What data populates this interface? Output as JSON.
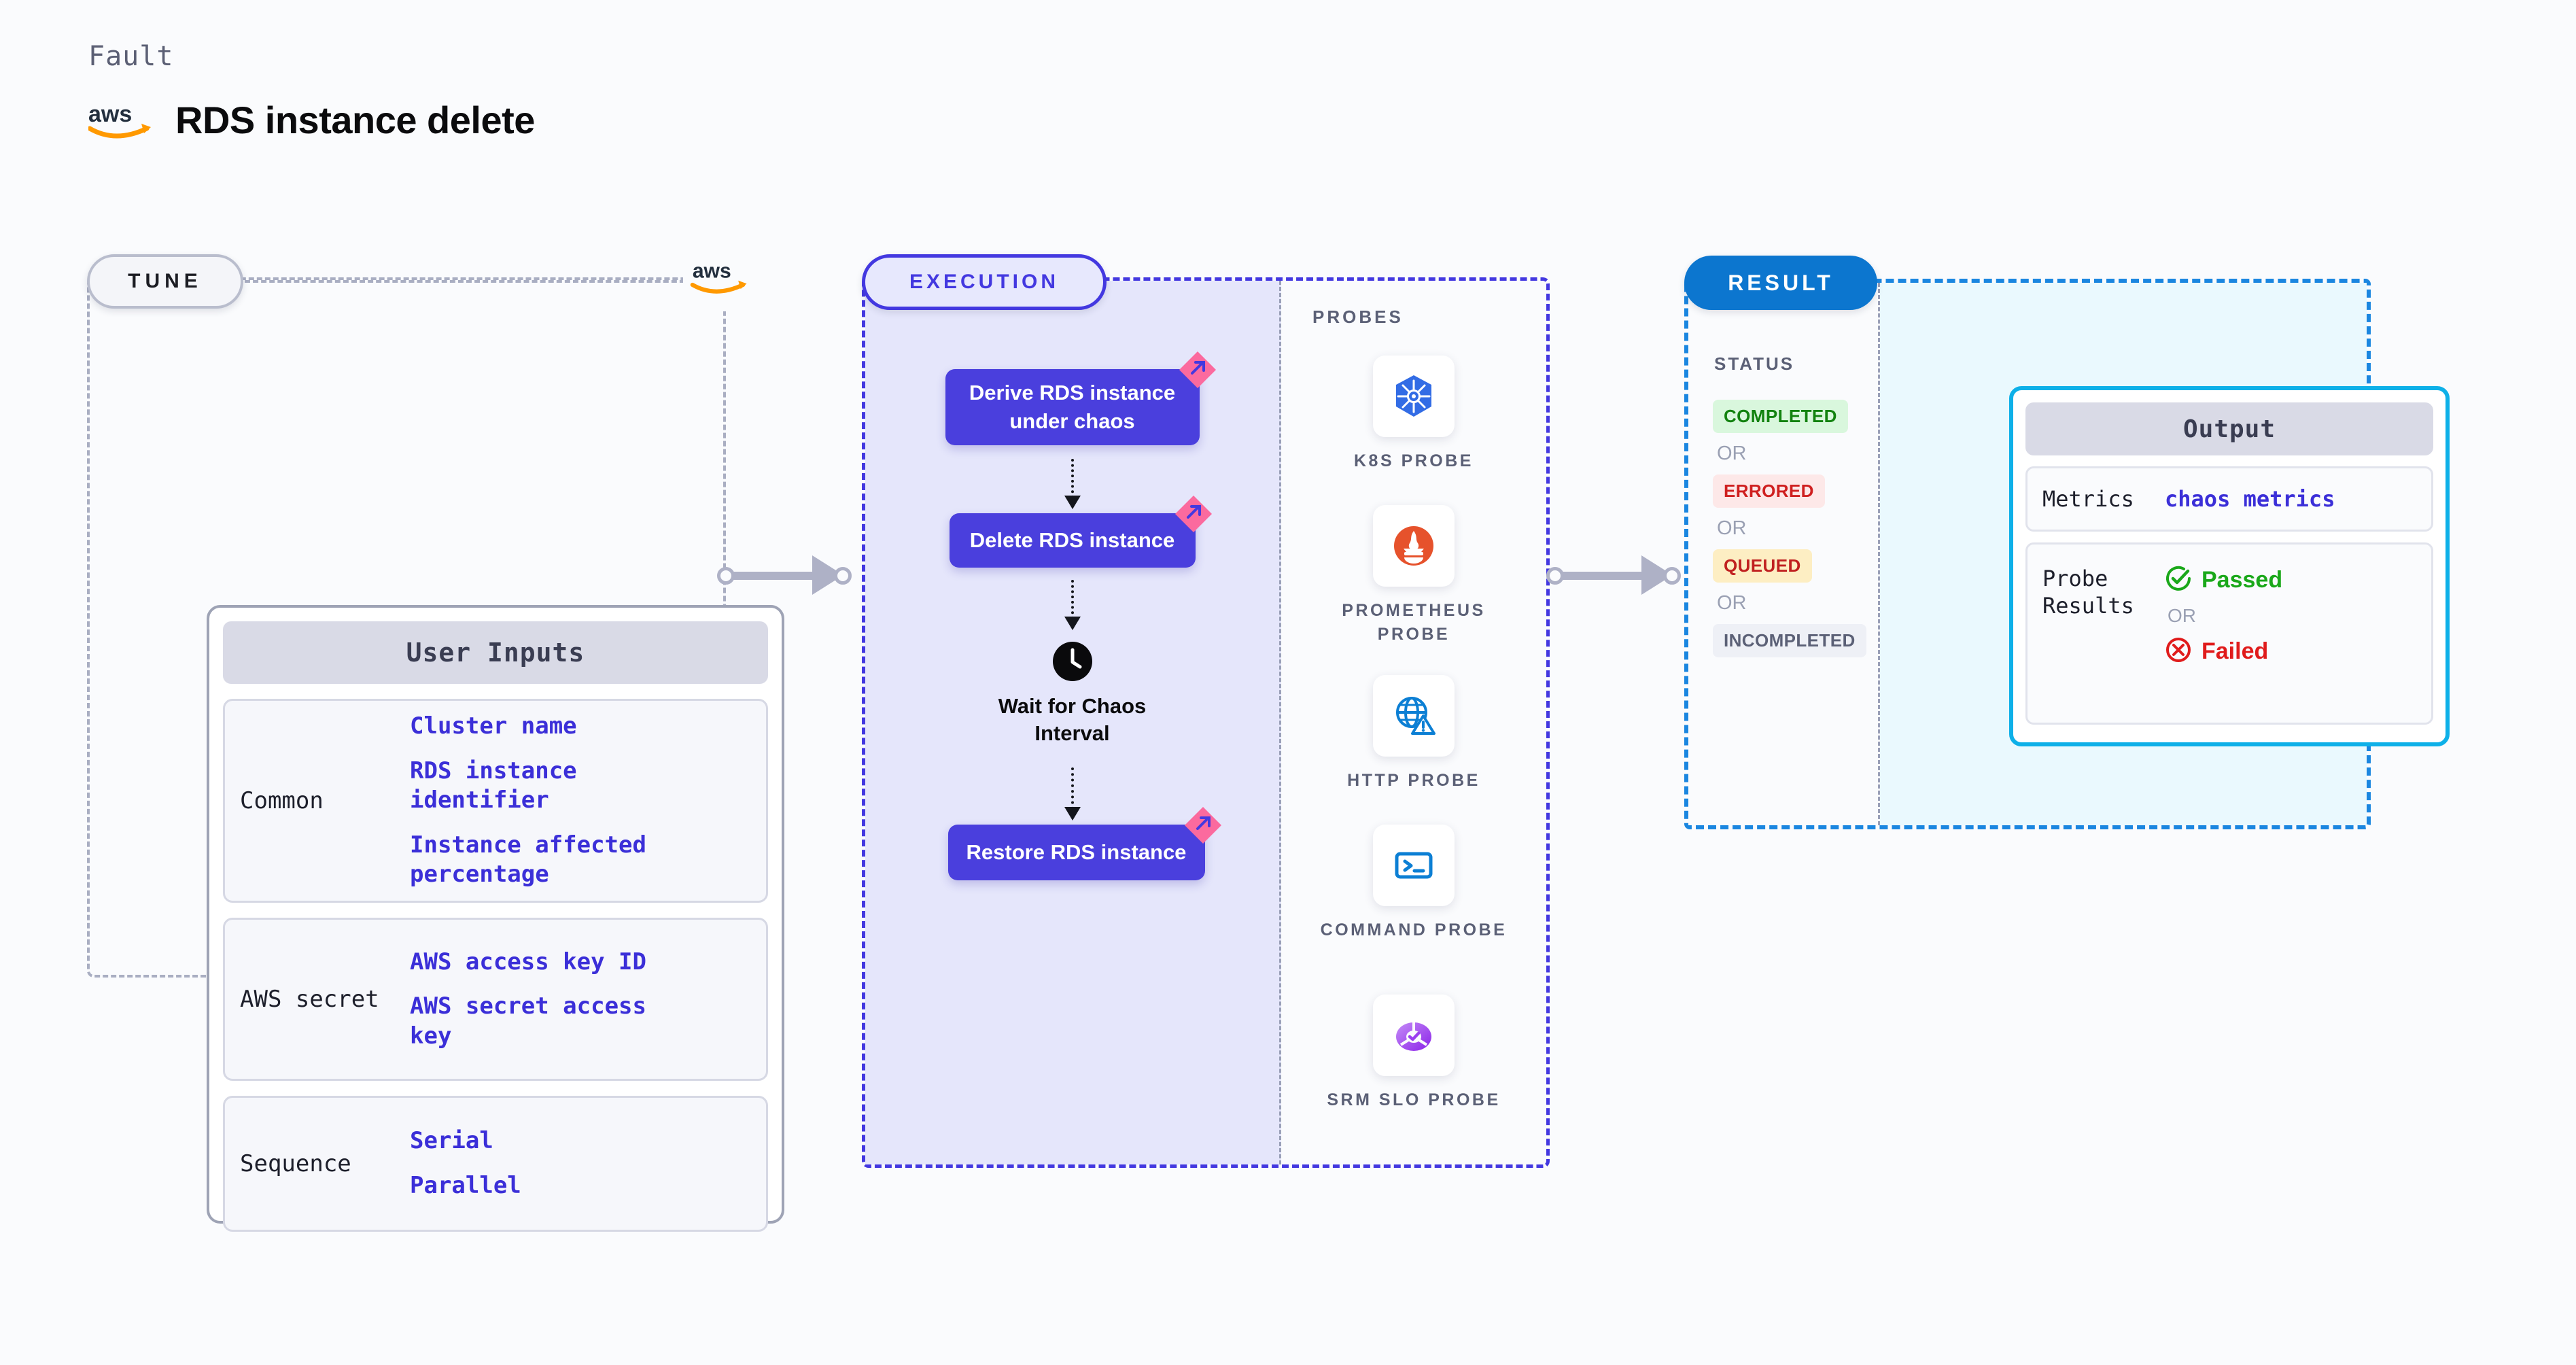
{
  "header": {
    "kicker": "Fault",
    "title": "RDS instance delete",
    "logo_icon": "aws-logo-icon"
  },
  "tune": {
    "pill_label": "TUNE",
    "provider_logo_icon": "aws-logo-icon",
    "card_title": "User Inputs",
    "groups": [
      {
        "label": "Common",
        "values": [
          "Cluster name",
          "RDS instance identifier",
          "Instance affected percentage"
        ]
      },
      {
        "label": "AWS secret",
        "values": [
          "AWS access key ID",
          "AWS secret access key"
        ]
      },
      {
        "label": "Sequence",
        "values": [
          "Serial",
          "Parallel"
        ]
      }
    ]
  },
  "execution": {
    "pill_label": "EXECUTION",
    "steps": [
      {
        "label": "Derive RDS instance under chaos",
        "badge_icon": "harness-flag-icon"
      },
      {
        "label": "Delete RDS instance",
        "badge_icon": "harness-flag-icon"
      },
      {
        "label": "Restore RDS instance",
        "badge_icon": "harness-flag-icon"
      }
    ],
    "wait": {
      "label": "Wait for Chaos Interval",
      "icon": "clock-icon"
    },
    "probes_title": "PROBES",
    "probes": [
      {
        "label": "K8S PROBE",
        "icon": "kubernetes-icon"
      },
      {
        "label": "PROMETHEUS PROBE",
        "icon": "prometheus-icon"
      },
      {
        "label": "HTTP PROBE",
        "icon": "http-globe-warning-icon"
      },
      {
        "label": "COMMAND PROBE",
        "icon": "terminal-icon"
      },
      {
        "label": "SRM SLO PROBE",
        "icon": "srm-slo-donut-icon"
      }
    ]
  },
  "result": {
    "pill_label": "RESULT",
    "status_title": "STATUS",
    "or_label": "OR",
    "statuses": [
      {
        "label": "COMPLETED",
        "bg": "#d9f7dd",
        "fg": "#12820f"
      },
      {
        "label": "ERRORED",
        "bg": "#fde8e8",
        "fg": "#cf2020"
      },
      {
        "label": "QUEUED",
        "bg": "#fdeec3",
        "fg": "#c02020"
      },
      {
        "label": "INCOMPLETED",
        "bg": "#eef0f6",
        "fg": "#5b6076"
      }
    ],
    "output": {
      "card_title": "Output",
      "metrics_label": "Metrics",
      "metrics_value": "chaos metrics",
      "probe_results_label": "Probe Results",
      "passed_label": "Passed",
      "failed_label": "Failed",
      "or_label": "OR",
      "passed_icon": "check-circle-icon",
      "failed_icon": "x-circle-icon",
      "passed_color": "#1aa81a",
      "failed_color": "#e01b1b"
    }
  },
  "colors": {
    "accent_purple": "#4338e0",
    "accent_blue": "#0c76cf",
    "accent_cyan": "#0eb0e8",
    "flag_pink": "#fb6a9e",
    "value_blue": "#3b2fd8"
  }
}
